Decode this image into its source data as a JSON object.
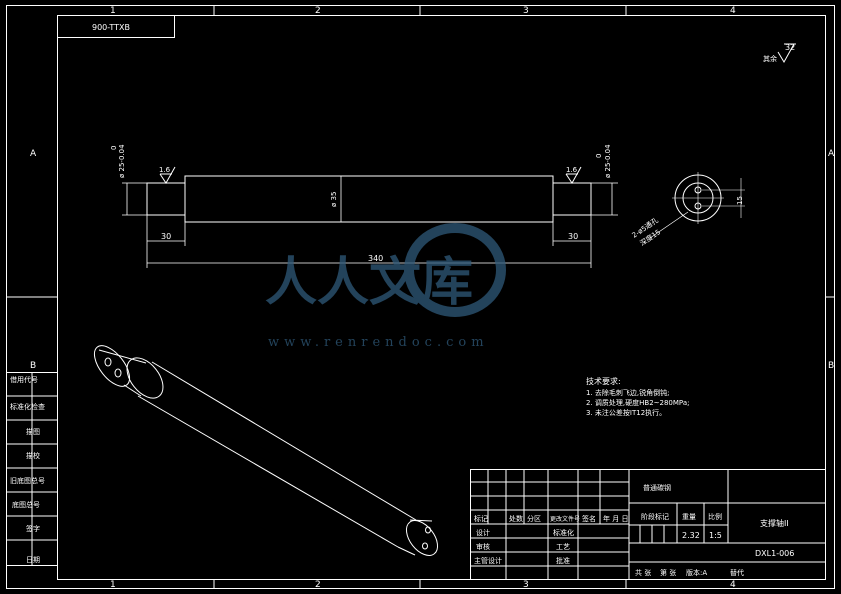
{
  "border": {
    "col_numbers": [
      "1",
      "2",
      "3",
      "4"
    ],
    "row_letters": [
      "A",
      "B"
    ]
  },
  "drawing_code_box": "900-TTXB",
  "roughness_corner": {
    "value": "32",
    "label": "其余"
  },
  "front_view": {
    "left_tolerance": {
      "upper": "0",
      "main": "ø 25-0.04"
    },
    "right_tolerance": {
      "upper": "0",
      "main": "ø 25-0.04"
    },
    "left_roughness": "1.6",
    "right_roughness": "1.6",
    "body_diameter": "ø 35",
    "left_length": "30",
    "right_length": "30",
    "total_length": "340"
  },
  "end_view": {
    "hole_label_1": "2-ø5通孔",
    "hole_label_2": "深度15",
    "height_dim": "15"
  },
  "watermark": {
    "brand": "人人文库",
    "url": "www.renrendoc.com"
  },
  "tech_requirements": {
    "title": "技术要求:",
    "items": [
      "1. 去除毛刺飞边,锐角倒钝;",
      "2. 调质处理,硬度HB2~280MPa;",
      "3. 未注公差按IT12执行。"
    ]
  },
  "left_sidebar": [
    "借用代号",
    "标准化检查",
    "描图",
    "描校",
    "旧底图总号",
    "底图总号",
    "签字",
    "日期"
  ],
  "title_block": {
    "material_header": "普通碳钢",
    "part_name": "支撑轴II",
    "drawing_number": "DXL1-006",
    "stage_mark_label": "阶段标记",
    "weight_label": "重量",
    "scale_label": "比例",
    "weight_value": "2.32",
    "scale_value": "1:5",
    "rev_headers": [
      "标记",
      "处数",
      "分区",
      "更改文件号",
      "签名",
      "年 月 日"
    ],
    "role_labels": [
      "设计",
      "审核"
    ],
    "role_labels_2": [
      "标准化",
      "工艺",
      "批准"
    ],
    "supervisor": "主管设计",
    "sheet_info": [
      "共 张",
      "第 张",
      "版本:A",
      "替代"
    ]
  }
}
